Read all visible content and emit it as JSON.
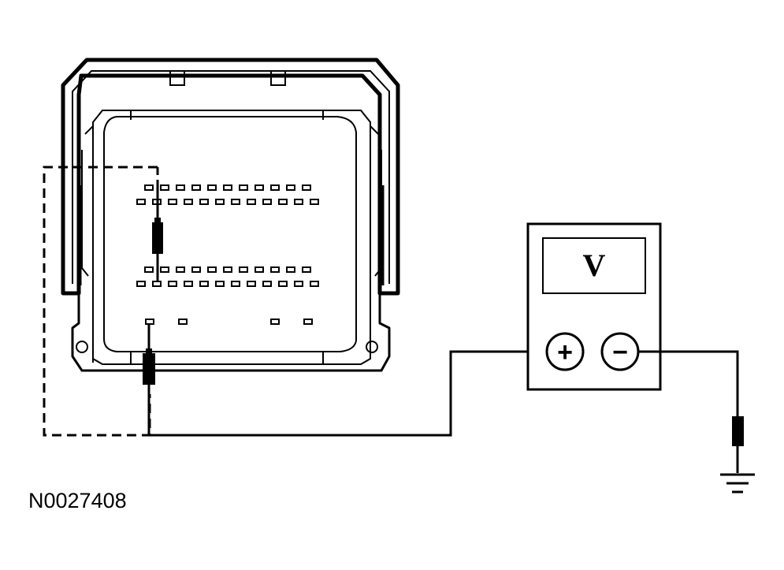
{
  "figure": {
    "id": "N0027408"
  },
  "meter": {
    "display": "V",
    "positive_symbol": "+",
    "negative_symbol": "−"
  },
  "connector": {
    "row1_pins": 11,
    "row2_pins": 12,
    "row3_pins": 11,
    "row4_pins": 12,
    "row5_pins": 4
  },
  "colors": {
    "line": "#000000",
    "background": "#ffffff"
  }
}
